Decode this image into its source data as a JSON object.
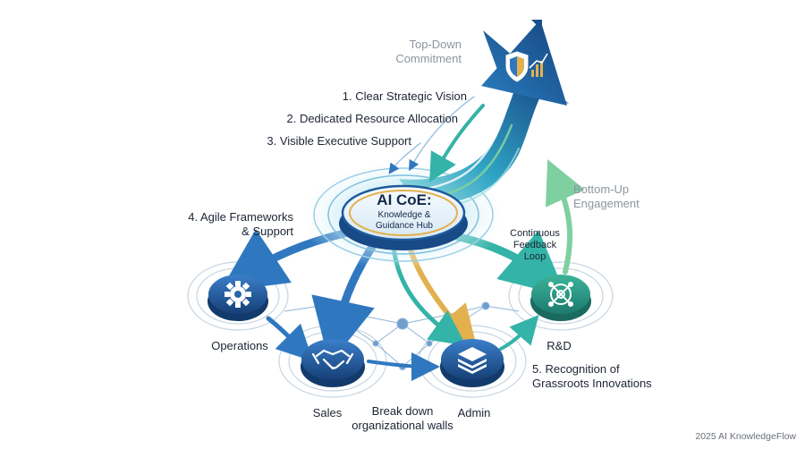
{
  "top_down": {
    "lines": [
      "Top-Down",
      "Commitment"
    ]
  },
  "bottom_up": {
    "lines": [
      "Bottom-Up",
      "Engagement"
    ]
  },
  "principles": {
    "p1": "1. Clear Strategic Vision",
    "p2": "2. Dedicated Resource Allocation",
    "p3": "3. Visible Executive Support",
    "p4": {
      "lines": [
        "4. Agile Frameworks",
        "& Support"
      ]
    },
    "p5": {
      "lines": [
        "5. Recognition of",
        "Grassroots Innovations"
      ]
    }
  },
  "hub": {
    "title": "AI CoE:",
    "subtitle_lines": [
      "Knowledge &",
      "Guidance Hub"
    ]
  },
  "feedback": {
    "lines": [
      "Continuous",
      "Feedback",
      "Loop"
    ]
  },
  "departments": {
    "operations": "Operations",
    "sales": "Sales",
    "admin": "Admin",
    "rnd": "R&D"
  },
  "walls": {
    "lines": [
      "Break down",
      "organizational walls"
    ]
  },
  "icons": {
    "operations": "gear-icon",
    "sales": "handshake-icon",
    "admin": "layers-icon",
    "rnd": "target-network-icon",
    "arrow_head": "shield-chart-icon"
  },
  "colors": {
    "navy": "#1a4f8c",
    "blue": "#2f78c0",
    "teal": "#34b3a8",
    "green": "#7fd0a0",
    "gold": "#e2b14e",
    "gray_text": "#8c969f"
  },
  "footer": "2025 AI KnowledgeFlow"
}
